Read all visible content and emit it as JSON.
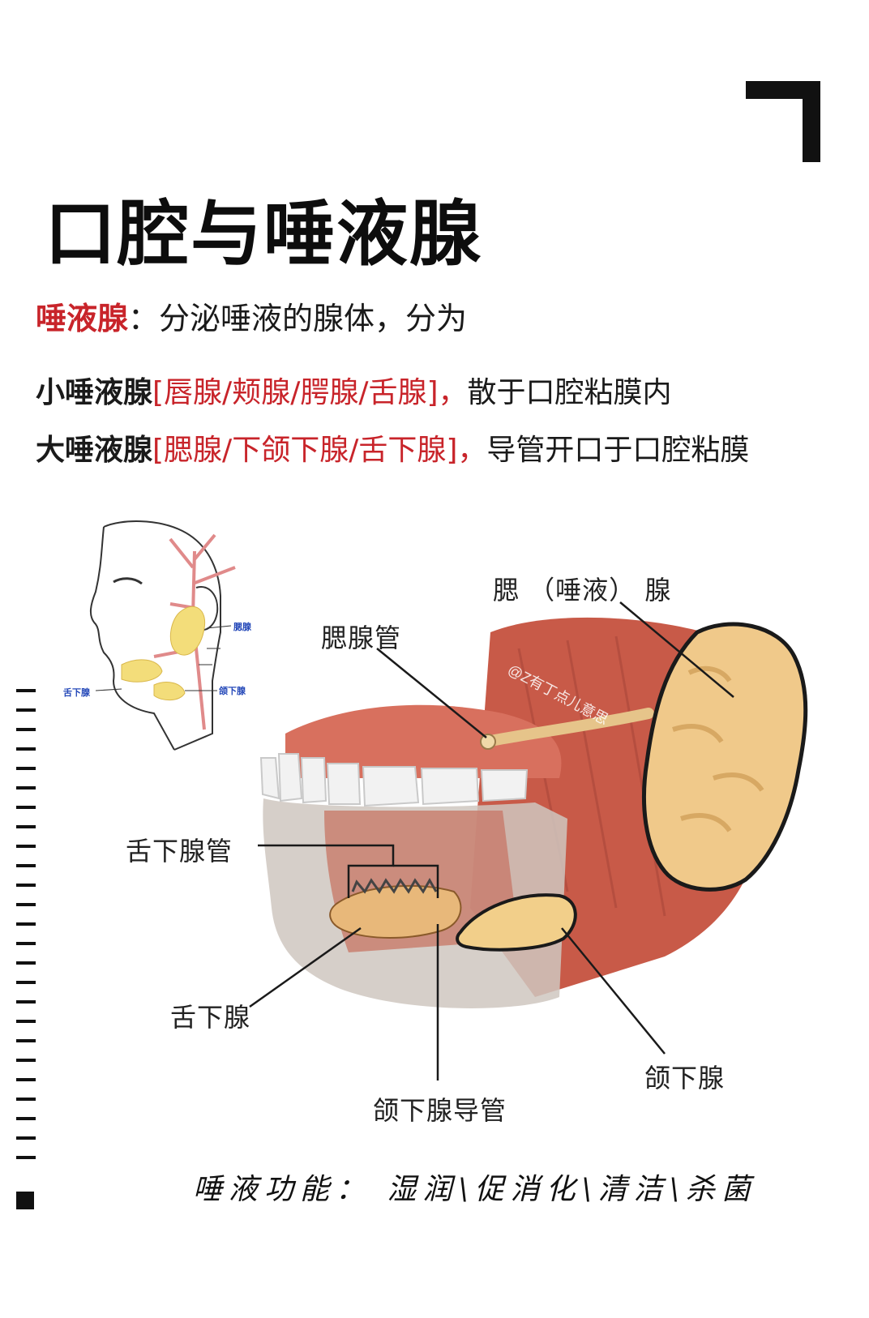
{
  "title": "口腔与唾液腺",
  "intro": {
    "term": "唾液腺",
    "colon": "：",
    "text": "分泌唾液的腺体，分为"
  },
  "line1": {
    "bold": "小唾液腺",
    "red": "[唇腺/颊腺/腭腺/舌腺]，",
    "rest": "散于口腔粘膜内"
  },
  "line2": {
    "bold": "大唾液腺",
    "red": "[腮腺/下颌下腺/舌下腺]，",
    "rest": "导管开口于口腔粘膜"
  },
  "inset": {
    "label_parotid": "腮腺",
    "label_sublingual_left": "舌下腺",
    "label_submandibular": "颌下腺"
  },
  "labels": {
    "parotid_gland": "腮 （唾液） 腺",
    "parotid_duct": "腮腺管",
    "sublingual_duct": "舌下腺管",
    "sublingual_gland": "舌下腺",
    "submandibular_gland": "颌下腺",
    "submandibular_duct": "颌下腺导管"
  },
  "footer": "唾液功能： 湿润\\促消化\\清洁\\杀菌",
  "colors": {
    "accent_red": "#c8242a",
    "gland": "#e8c07a",
    "muscle": "#c85a48"
  }
}
